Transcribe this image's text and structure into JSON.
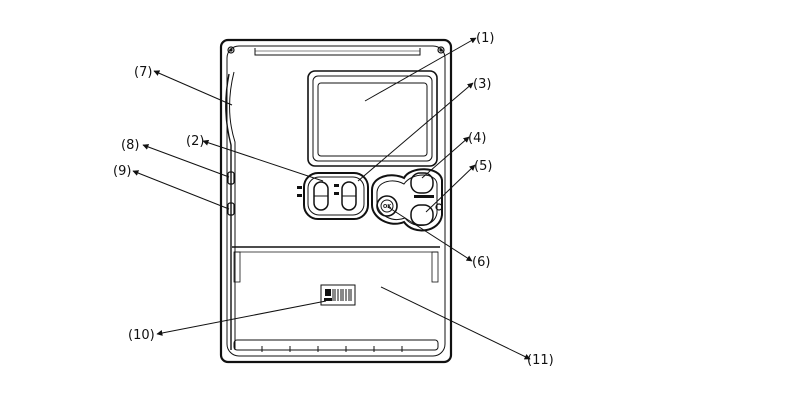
{
  "callouts": [
    {
      "id": "c1",
      "label": "(1)"
    },
    {
      "id": "c2",
      "label": "(2)"
    },
    {
      "id": "c3",
      "label": "(3)"
    },
    {
      "id": "c4",
      "label": "(4)"
    },
    {
      "id": "c5",
      "label": "(5)"
    },
    {
      "id": "c6",
      "label": "(6)"
    },
    {
      "id": "c7",
      "label": "(7)"
    },
    {
      "id": "c8",
      "label": "(8)"
    },
    {
      "id": "c9",
      "label": "(9)"
    },
    {
      "id": "c10",
      "label": "(10)"
    },
    {
      "id": "c11",
      "label": "(11)"
    }
  ],
  "keypad": {
    "ok_label": "OK"
  },
  "icons": {
    "mount_hole": "screw-hole-icon",
    "nameplate": "barcode-label-icon"
  },
  "colors": {
    "line": "#111111",
    "background": "#ffffff"
  }
}
